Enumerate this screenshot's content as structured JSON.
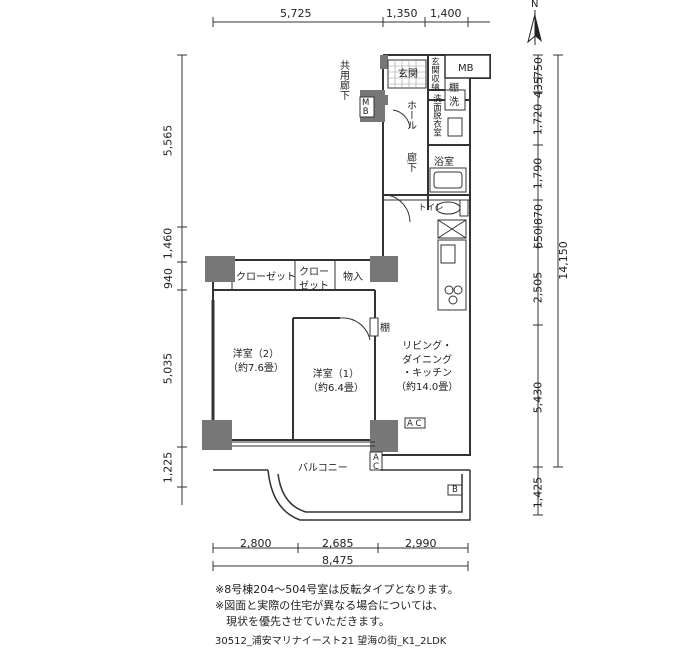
{
  "dimensions": {
    "top": [
      "5,725",
      "1,350",
      "1,400"
    ],
    "left": [
      "5,565",
      "1,460",
      "940",
      "5,035",
      "1,225"
    ],
    "right": [
      "750",
      "435",
      "1,720",
      "1,790",
      "870",
      "650",
      "2,505",
      "5,430",
      "1,425"
    ],
    "right_total": "14,150",
    "bottom": [
      "2,800",
      "2,685",
      "2,990"
    ],
    "bottom_total": "8,475"
  },
  "compass": {
    "label": "N"
  },
  "rooms": {
    "common_corridor": "共用廊下",
    "entrance": "玄関",
    "shoe_storage": "玄関収納",
    "mb": "MB",
    "mb_left": "M\nB",
    "shelf": "棚",
    "washer": "洗",
    "washroom": "洗面脱衣室",
    "hall": "ホール",
    "corridor": "廊下",
    "bath": "浴室",
    "toilet": "トイレ",
    "closet1": "クローゼット",
    "closet2": "クロー\nゼット",
    "storage": "物入",
    "shelf2": "棚",
    "western2": "洋室（2）\n（約7.6畳）",
    "western1": "洋室（1）\n（約6.4畳）",
    "ldk": "リビング・\nダイニング\n・キッチン\n（約14.0畳）",
    "balcony": "バルコニー",
    "ac": "A C",
    "ac_unit": "A\nC",
    "b": "B"
  },
  "notes": [
    "※8号棟204～504号室は反転タイプとなります。",
    "※図面と実際の住宅が異なる場合については、",
    "　現状を優先させていただきます。"
  ],
  "footer": "30512_浦安マリナイースト21 望海の街_K1_2LDK"
}
